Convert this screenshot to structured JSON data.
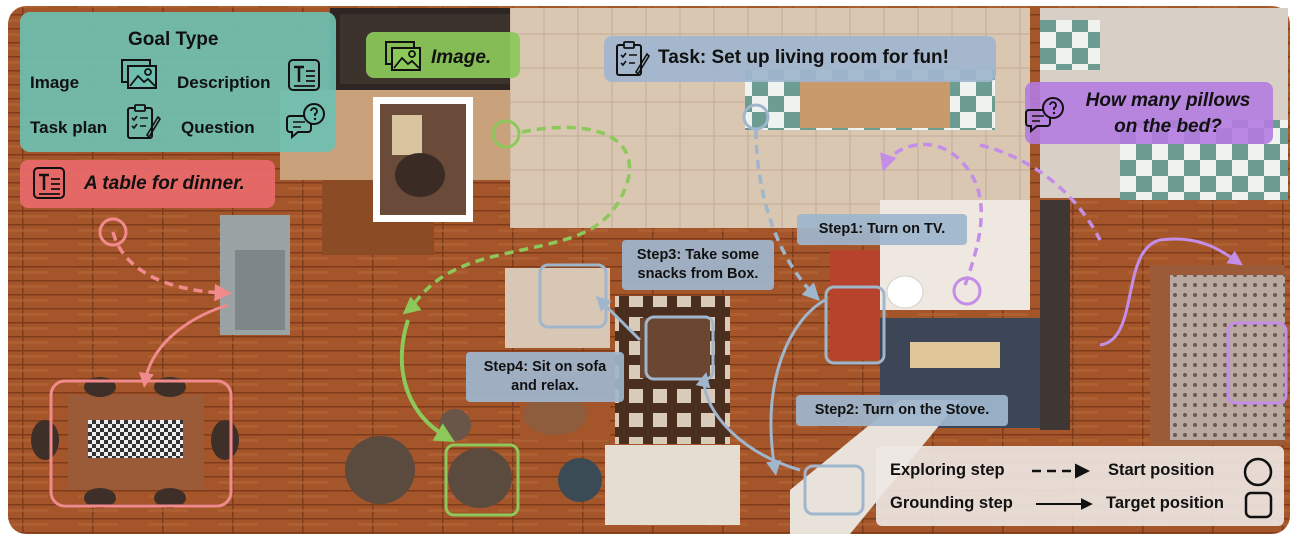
{
  "goal_type": {
    "title": "Goal Type",
    "items": [
      "Image",
      "Description",
      "Task plan",
      "Question"
    ]
  },
  "goals": {
    "description": "A table for dinner.",
    "image": "Image.",
    "task": "Task: Set up living room for fun!",
    "question_line1": "How many pillows",
    "question_line2": "on the bed?"
  },
  "steps": {
    "step1": "Step1: Turn on TV.",
    "step2": "Step2: Turn on the Stove.",
    "step3_line1": "Step3: Take some",
    "step3_line2": "snacks from Box.",
    "step4_line1": "Step4: Sit on sofa",
    "step4_line2": "and relax."
  },
  "legend": {
    "exploring": "Exploring  step",
    "grounding": "Grounding step",
    "start": "Start position",
    "target": "Target position"
  },
  "colors": {
    "description": "#e8696b",
    "image": "#8cc85a",
    "task": "#9fb6cd",
    "question": "#b47be0",
    "goal_panel": "#6fbfb0"
  }
}
